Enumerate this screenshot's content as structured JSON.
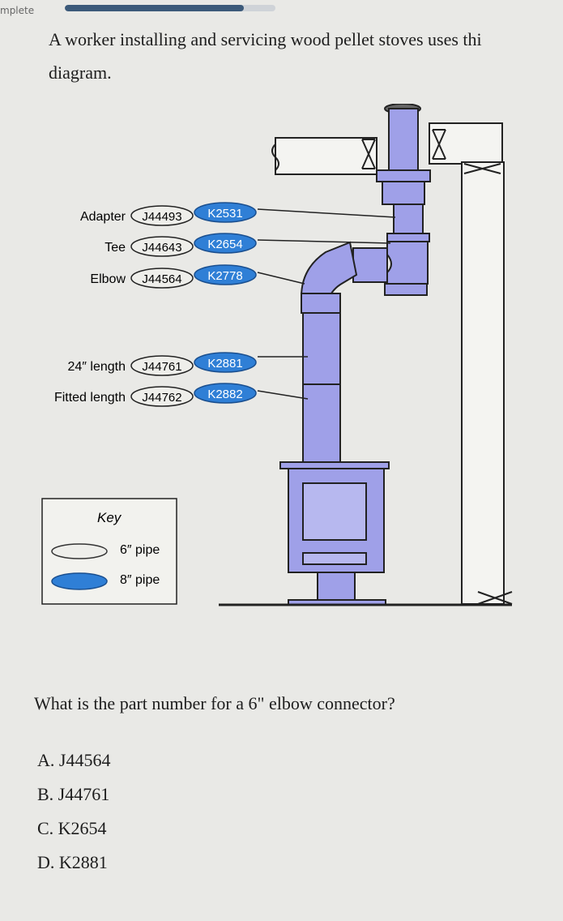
{
  "header": {
    "status_text": "mplete",
    "progress": 0.85
  },
  "intro": {
    "line1": "A worker installing and servicing wood pellet stoves uses thi",
    "line2": "diagram."
  },
  "diagram": {
    "parts": [
      {
        "label": "Adapter",
        "six_inch": "J44493",
        "eight_inch": "K2531"
      },
      {
        "label": "Tee",
        "six_inch": "J44643",
        "eight_inch": "K2654"
      },
      {
        "label": "Elbow",
        "six_inch": "J44564",
        "eight_inch": "K2778"
      },
      {
        "label": "24″ length",
        "six_inch": "J44761",
        "eight_inch": "K2881"
      },
      {
        "label": "Fitted length",
        "six_inch": "J44762",
        "eight_inch": "K2882"
      }
    ],
    "key": {
      "title": "Key",
      "six_inch_label": "6″ pipe",
      "eight_inch_label": "8″ pipe"
    },
    "colors": {
      "pipe_fill": "#9fa0e8",
      "eight_inch_oval": "#2f7fd6",
      "six_inch_oval": "#eeeeea"
    }
  },
  "question": {
    "prompt": "What is the part number for a 6\" elbow connector?",
    "choices": [
      "A. J44564",
      "B. J44761",
      "C. K2654",
      "D. K2881"
    ]
  }
}
